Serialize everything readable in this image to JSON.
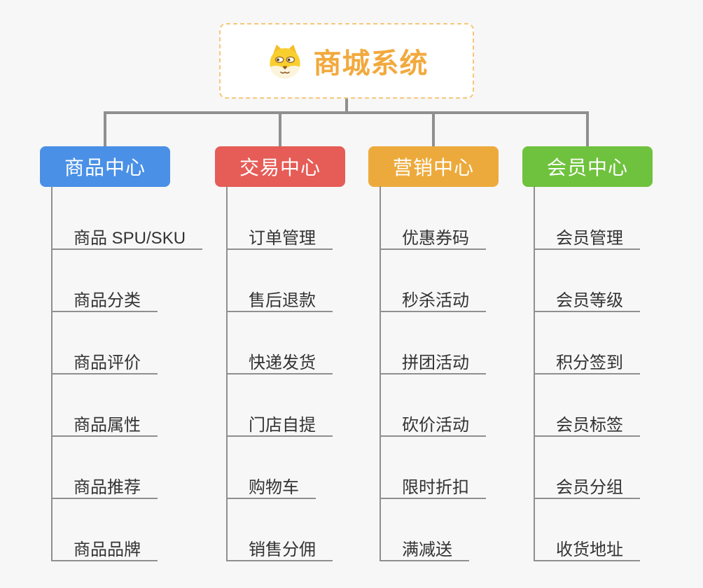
{
  "root": {
    "title": "商城系统",
    "icon": "dog-face-icon"
  },
  "colors": {
    "connector": "#8f8f8f",
    "background": "#f7f7f7",
    "root_text": "#f2a93d",
    "root_border": "#f6c77c",
    "item_text": "#333333"
  },
  "branches": [
    {
      "label": "商品中心",
      "color": "#4a90e6",
      "items": [
        "商品 SPU/SKU",
        "商品分类",
        "商品评价",
        "商品属性",
        "商品推荐",
        "商品品牌"
      ]
    },
    {
      "label": "交易中心",
      "color": "#e65c57",
      "items": [
        "订单管理",
        "售后退款",
        "快递发货",
        "门店自提",
        "购物车",
        "销售分佣"
      ]
    },
    {
      "label": "营销中心",
      "color": "#edaa3c",
      "items": [
        "优惠券码",
        "秒杀活动",
        "拼团活动",
        "砍价活动",
        "限时折扣",
        "满减送"
      ]
    },
    {
      "label": "会员中心",
      "color": "#6fc23d",
      "items": [
        "会员管理",
        "会员等级",
        "积分签到",
        "会员标签",
        "会员分组",
        "收货地址"
      ]
    }
  ]
}
